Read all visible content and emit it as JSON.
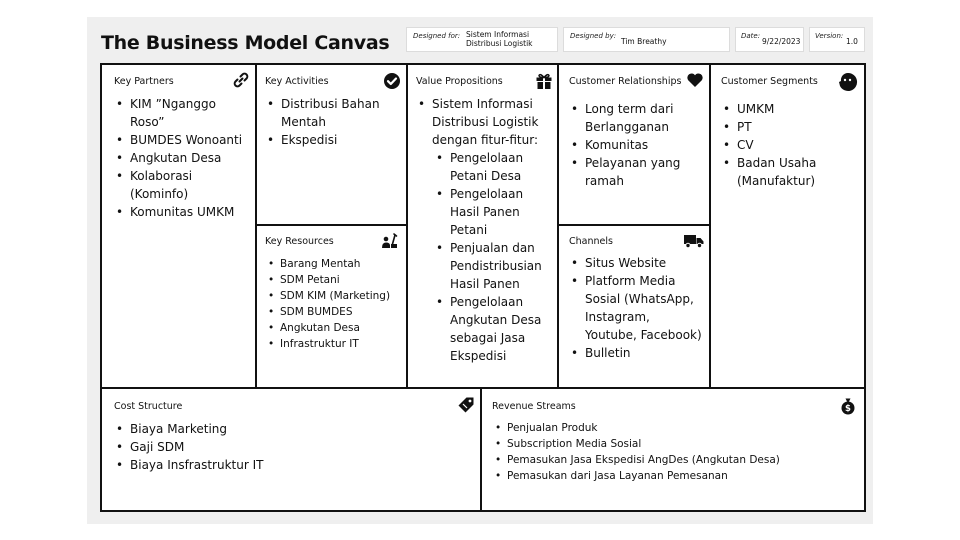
{
  "header": {
    "title": "The Business Model Canvas",
    "designed_for_label": "Designed for:",
    "designed_for_line1": "Sistem Informasi",
    "designed_for_line2": "Distribusi Logistik",
    "designed_by_label": "Designed by:",
    "designed_by_value": "Tim Breathy",
    "date_label": "Date:",
    "date_value": "9/22/2023",
    "version_label": "Version:",
    "version_value": "1.0"
  },
  "blocks": {
    "key_partners": {
      "title": "Key Partners",
      "icon": "link-icon",
      "items": [
        "KIM ”Nganggo Roso”",
        "BUMDES Wonoanti",
        "Angkutan Desa",
        "Kolaborasi (Kominfo)",
        "Komunitas UMKM"
      ]
    },
    "key_activities": {
      "title": "Key Activities",
      "icon": "check-circle-icon",
      "items": [
        "Distribusi Bahan Mentah",
        "Ekspedisi"
      ]
    },
    "key_resources": {
      "title": "Key Resources",
      "icon": "worker-icon",
      "items": [
        "Barang Mentah",
        "SDM Petani",
        "SDM KIM (Marketing)",
        "SDM BUMDES",
        "Angkutan Desa",
        "Infrastruktur IT"
      ]
    },
    "value_propositions": {
      "title": "Value Propositions",
      "icon": "gift-icon",
      "intro": "Sistem Informasi Distribusi Logistik dengan fitur-fitur:",
      "items": [
        "Pengelolaan Petani Desa",
        "Pengelolaan Hasil Panen Petani",
        "Penjualan dan Pendistribusian Hasil Panen",
        "Pengelolaan Angkutan Desa sebagai Jasa Ekspedisi"
      ]
    },
    "customer_relationships": {
      "title": "Customer Relationships",
      "icon": "heart-icon",
      "items": [
        "Long term dari Berlangganan",
        "Komunitas",
        "Pelayanan yang ramah"
      ]
    },
    "channels": {
      "title": "Channels",
      "icon": "truck-icon",
      "items": [
        "Situs Website",
        "Platform Media Sosial (WhatsApp, Instagram, Youtube, Facebook)",
        "Bulletin"
      ]
    },
    "customer_segments": {
      "title": "Customer Segments",
      "icon": "face-icon",
      "items": [
        "UMKM",
        "PT",
        "CV",
        "Badan Usaha (Manufaktur)"
      ]
    },
    "cost_structure": {
      "title": "Cost Structure",
      "icon": "price-tag-icon",
      "items": [
        "Biaya Marketing",
        "Gaji SDM",
        "Biaya Insfrastruktur IT"
      ]
    },
    "revenue_streams": {
      "title": "Revenue Streams",
      "icon": "money-bag-icon",
      "items": [
        "Penjualan Produk",
        "Subscription Media Sosial",
        "Pemasukan Jasa Ekspedisi AngDes (Angkutan Desa)",
        "Pemasukan dari Jasa Layanan Pemesanan"
      ]
    }
  }
}
